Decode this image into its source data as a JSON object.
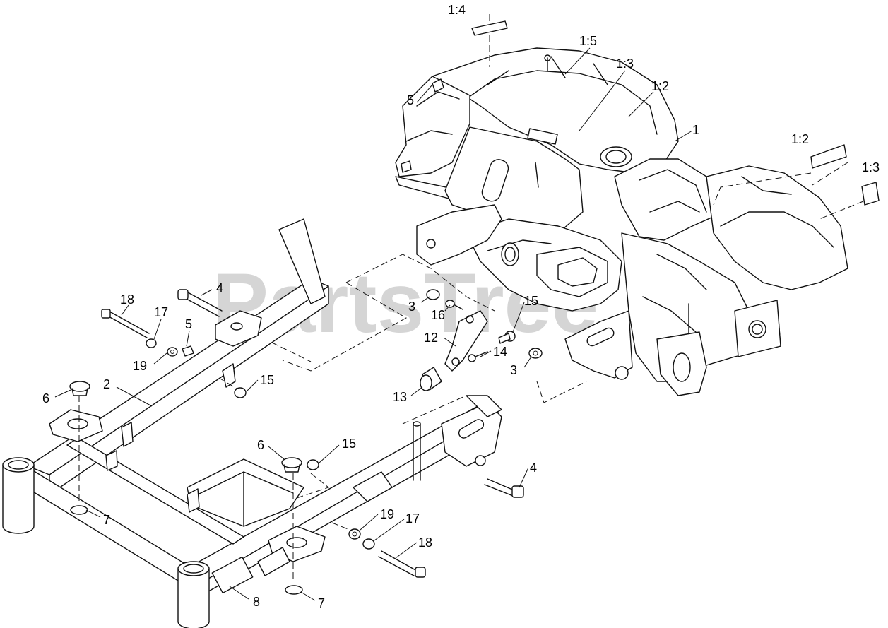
{
  "watermark": "PartsTree",
  "callouts": [
    {
      "id": "c-1-4a",
      "text": "1:4"
    },
    {
      "id": "c-1-5",
      "text": "1:5"
    },
    {
      "id": "c-1-3a",
      "text": "1:3"
    },
    {
      "id": "c-1-2a",
      "text": "1:2"
    },
    {
      "id": "c-1",
      "text": "1"
    },
    {
      "id": "c-1-2b",
      "text": "1:2"
    },
    {
      "id": "c-1-3b",
      "text": "1:3"
    },
    {
      "id": "c-5a",
      "text": "5"
    },
    {
      "id": "c-4a",
      "text": "4"
    },
    {
      "id": "c-18a",
      "text": "18"
    },
    {
      "id": "c-17a",
      "text": "17"
    },
    {
      "id": "c-5b",
      "text": "5"
    },
    {
      "id": "c-19a",
      "text": "19"
    },
    {
      "id": "c-15a",
      "text": "15"
    },
    {
      "id": "c-2",
      "text": "2"
    },
    {
      "id": "c-6a",
      "text": "6"
    },
    {
      "id": "c-3a",
      "text": "3"
    },
    {
      "id": "c-16",
      "text": "16"
    },
    {
      "id": "c-15b",
      "text": "15"
    },
    {
      "id": "c-12",
      "text": "12"
    },
    {
      "id": "c-14",
      "text": "14"
    },
    {
      "id": "c-3b",
      "text": "3"
    },
    {
      "id": "c-13",
      "text": "13"
    },
    {
      "id": "c-6b",
      "text": "6"
    },
    {
      "id": "c-15c",
      "text": "15"
    },
    {
      "id": "c-4b",
      "text": "4"
    },
    {
      "id": "c-7a",
      "text": "7"
    },
    {
      "id": "c-19b",
      "text": "19"
    },
    {
      "id": "c-17b",
      "text": "17"
    },
    {
      "id": "c-18b",
      "text": "18"
    },
    {
      "id": "c-8",
      "text": "8"
    },
    {
      "id": "c-7b",
      "text": "7"
    }
  ]
}
